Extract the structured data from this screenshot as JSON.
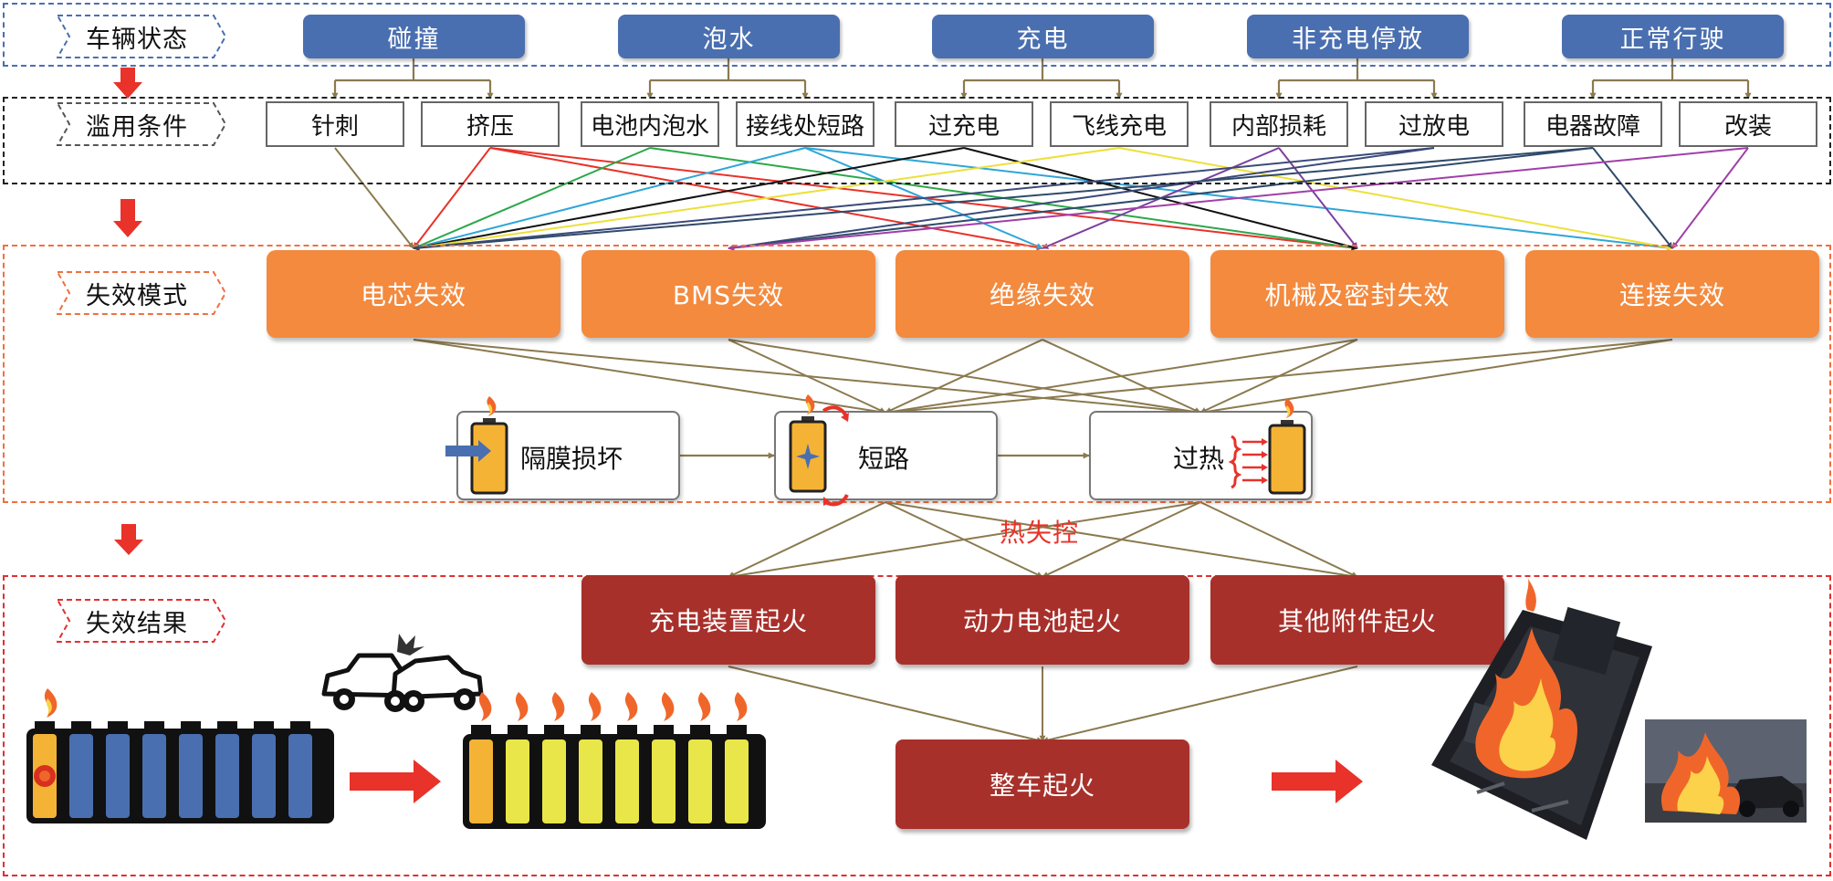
{
  "stages": {
    "vehicle_state": "车辆状态",
    "abuse_condition": "滥用条件",
    "failure_mode": "失效模式",
    "failure_result": "失效结果"
  },
  "vehicle_states": [
    "碰撞",
    "泡水",
    "充电",
    "非充电停放",
    "正常行驶"
  ],
  "abuse_conditions": [
    "针刺",
    "挤压",
    "电池内泡水",
    "接线处短路",
    "过充电",
    "飞线充电",
    "内部损耗",
    "过放电",
    "电器故障",
    "改装"
  ],
  "failure_modes": [
    "电芯失效",
    "BMS失效",
    "绝缘失效",
    "机械及密封失效",
    "连接失效"
  ],
  "process": {
    "separator_damage": "隔膜损坏",
    "short_circuit": "短路",
    "overheat": "过热",
    "thermal_runaway": "热失控"
  },
  "results": [
    "充电装置起火",
    "动力电池起火",
    "其他附件起火"
  ],
  "final_result": "整车起火",
  "colors": {
    "blue": "#4a6fb0",
    "orange": "#f38a3e",
    "dark_red": "#a8302b",
    "arrow_brown": "#8b7a4f",
    "alert_red": "#e8322a",
    "battery_yellow": "#f5b335",
    "cell_blue": "#4a6fb0"
  },
  "icons": [
    "battery-icon",
    "flame-icon",
    "car-crash-icon",
    "battery-pack-icon",
    "car-fire-photo"
  ]
}
